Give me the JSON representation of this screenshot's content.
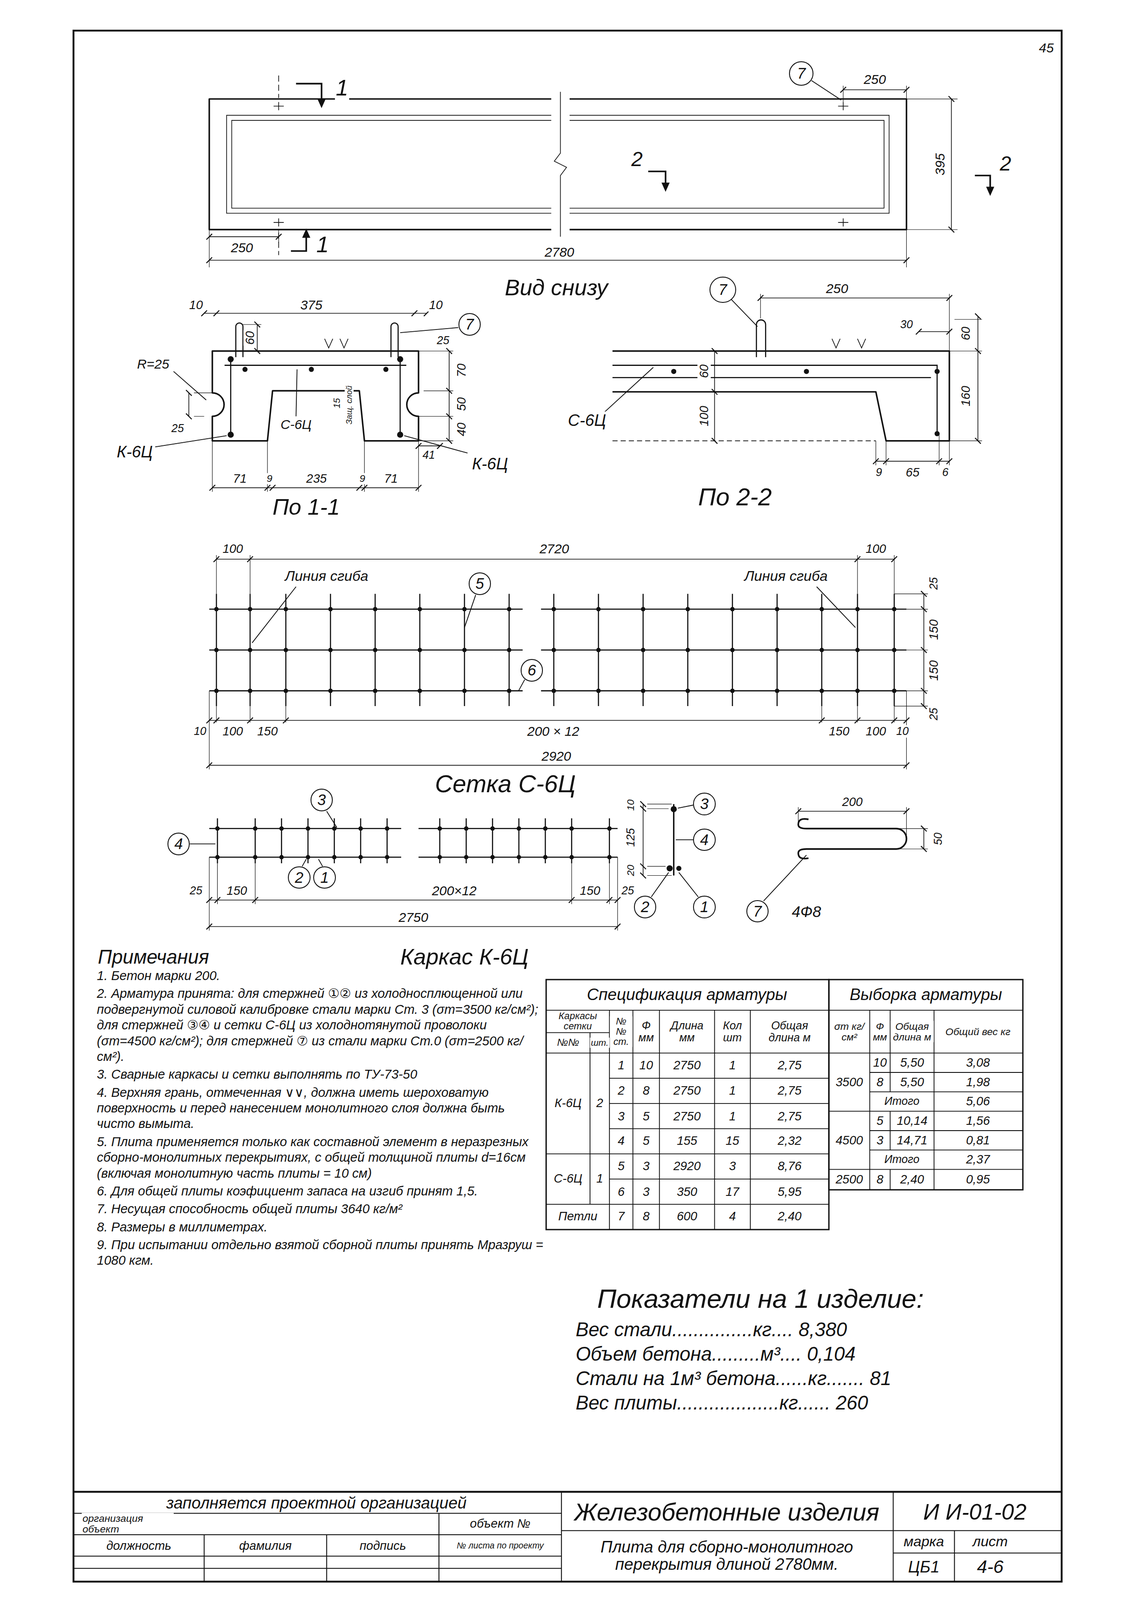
{
  "diagram": {
    "nodes": [
      {
        "text": [
          "7"
        ]
      },
      {
        "text": [
          "7"
        ]
      },
      {
        "text": [
          "7"
        ]
      },
      {
        "text": [
          "5"
        ]
      },
      {
        "text": [
          "6"
        ]
      },
      {
        "text": [
          "3"
        ]
      },
      {
        "text": [
          "4"
        ]
      },
      {
        "text": [
          "2"
        ]
      },
      {
        "text": [
          "1"
        ]
      },
      {
        "text": [
          "3"
        ]
      },
      {
        "text": [
          "4"
        ]
      },
      {
        "text": [
          "2"
        ]
      },
      {
        "text": [
          "1"
        ]
      },
      {
        "text": [
          "7"
        ]
      }
    ],
    "labels": [
      "45",
      "1",
      "250",
      "2",
      "395",
      "2",
      "250",
      "1",
      "2780",
      "Вид снизу",
      "10",
      "375",
      "10",
      "60",
      "25",
      "R=25",
      "70",
      "50",
      "40",
      "15",
      "Защ. слой",
      "С-6Ц",
      "25",
      "К-6Ц",
      "41",
      "К-6Ц",
      "71",
      "9",
      "235",
      "9",
      "71",
      "По 1-1",
      "250",
      "60",
      "100",
      "30",
      "60",
      "160",
      "С-6Ц",
      "9",
      "65",
      "6",
      "По 2-2",
      "100",
      "2720",
      "100",
      "Линия сгиба",
      "Линия сгиба",
      "25",
      "150",
      "150",
      "25",
      "10",
      "100",
      "150",
      "200 × 12",
      "150",
      "100",
      "10",
      "2920",
      "Сетка С-6Ц",
      "25",
      "150",
      "200×12",
      "150",
      "25",
      "2750",
      "10",
      "125",
      "20",
      "200",
      "50",
      "4Ф8",
      "Каркас К-6Ц",
      "Примечания",
      "1. Бетон марки 200.",
      "2. Арматура принята: для стержней ①② из холодносплющенной или подвергнутой силовой калибровке стали марки Ст. 3 (σт=3500 кг/см²); для стержней ③④ и сетки С-6Ц из холоднотянутой проволоки (σт=4500 кг/см²); для стержней ⑦ из стали марки Ст.0 (σт=2500 кг/см²).",
      "3. Сварные каркасы и сетки выполнять по ТУ-73-50",
      "4. Верхняя грань, отмеченная ∨∨, должна иметь шероховатую поверхность и перед нанесением монолитного слоя должна быть чисто вымыта.",
      "5. Плита применяется только как составной элемент в неразрезных сборно-монолитных перекрытиях, с общей толщиной плиты d=16см (включая монолитную часть плиты = 10 см)",
      "6. Для общей плиты коэфициент запаса на изгиб принят 1,5.",
      "7. Несущая способность общей плиты 3640 кг/м²",
      "8. Размеры в миллиметрах.",
      "9. При испытании отдельно взятой сборной плиты принять Мразруш = 1080 кгм.",
      "Спецификация арматуры",
      "Выборка арматуры",
      "Каркасы сетки",
      "№№",
      "шт.",
      "№№ ст.",
      "Ф мм",
      "Длина мм",
      "Кол шт",
      "Общая длина м",
      "К-6Ц",
      "2",
      "1",
      "10",
      "2750",
      "1",
      "2,75",
      "2",
      "8",
      "2750",
      "1",
      "2,75",
      "3",
      "5",
      "2750",
      "1",
      "2,75",
      "4",
      "5",
      "155",
      "15",
      "2,32",
      "С-6Ц",
      "1",
      "5",
      "3",
      "2920",
      "3",
      "8,76",
      "6",
      "3",
      "350",
      "17",
      "5,95",
      "Петли",
      "7",
      "8",
      "600",
      "4",
      "2,40",
      "σт кг/см²",
      "Ф мм",
      "Общая длина м",
      "Общий вес кг",
      "3500",
      "10",
      "5,50",
      "3,08",
      "8",
      "5,50",
      "1,98",
      "Итого",
      "5,06",
      "4500",
      "5",
      "10,14",
      "1,56",
      "3",
      "14,71",
      "0,81",
      "Итого",
      "2,37",
      "2500",
      "8",
      "2,40",
      "0,95",
      "Показатели на 1 изделие:",
      "Вес стали...............кг.... 8,380",
      "Объем бетона.........м³.... 0,104",
      "Стали на 1м³ бетона......кг....... 81",
      "Вес плиты...................кг...... 260",
      "заполняется проектной организацией",
      "организация объект",
      "объект №",
      "должность",
      "фамилия",
      "подпись",
      "№ листа по проекту",
      "Железобетонные изделия",
      "И И-01-02",
      "Плита для сборно-монолитного перекрытия длиной 2780мм.",
      "марка",
      "лист",
      "ЦБ1",
      "4-6"
    ]
  }
}
